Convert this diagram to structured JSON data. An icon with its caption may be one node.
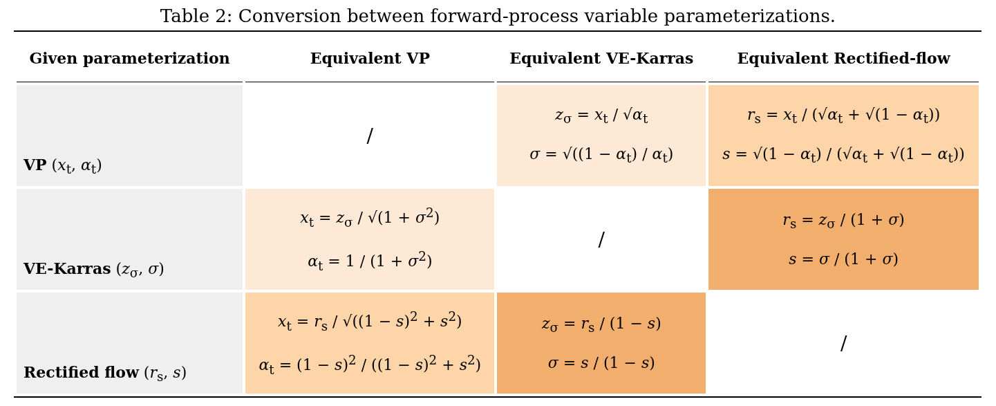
{
  "diagram": {
    "title": "Table 2: Conversion between forward-process variable parameterizations.",
    "labels": [
      "Given parameterization",
      "Equivalent VP",
      "Equivalent VE-Karras",
      "Equivalent Rectified-flow",
      "**VP** (*x*$_{t}$, *α*$_{t}$)",
      "/",
      "*z*$_{σ}$ = *x*$_{t}$ / √*α*$_{t}$",
      "*σ* = √((1 − *α*$_{t}$) / *α*$_{t}$)",
      "*r*$_{s}$ = *x*$_{t}$ / (√*α*$_{t}$ + √(1 − *α*$_{t}$))",
      "*s* = √(1 − *α*$_{t}$) / (√*α*$_{t}$ + √(1 − *α*$_{t}$))",
      "**VE-Karras** (*z*$_{σ}$, *σ*)",
      "*x*$_{t}$ = *z*$_{σ}$ / √(1 + *σ*$^{2}$)",
      "*α*$_{t}$ = 1 / (1 + *σ*$^{2}$)",
      "/",
      "*r*$_{s}$ = *z*$_{σ}$ / (1 + *σ*)",
      "*s* = *σ* / (1 + *σ*)",
      "**Rectified flow** (*r*$_{s}$, *s*)",
      "*x*$_{t}$ = *r*$_{s}$ / √((1 − *s*)$^{2}$ + *s*$^{2}$)",
      "*α*$_{t}$ = (1 − *s*)$^{2}$ / ((1 − *s*)$^{2}$ + *s*$^{2}$)",
      "*z*$_{σ}$ = *r*$_{s}$ / (1 − *s*)",
      "*σ* = *s* / (1 − *s*)",
      "/"
    ]
  }
}
